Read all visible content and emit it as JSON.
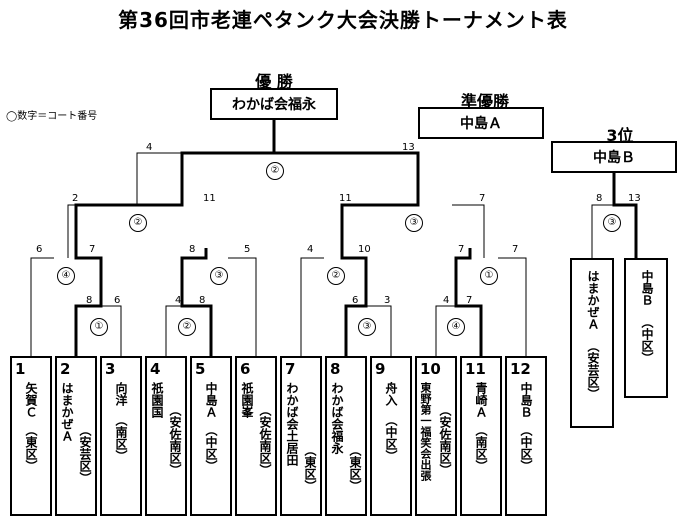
{
  "title": "第36回市老連ペタンク大会決勝トーナメント表",
  "legend": "◯数字＝コート番号",
  "podium": {
    "first_label": "優 勝",
    "first_team": "わかば会福永",
    "second_label": "準優勝",
    "second_team": "中島Ａ",
    "third_label": "3位",
    "third_team": "中島Ｂ"
  },
  "teams": [
    {
      "num": "1",
      "name": "矢賀Ｃ",
      "dist": "（東区）"
    },
    {
      "num": "2",
      "name": "はまかぜＡ",
      "dist": "（安芸区）"
    },
    {
      "num": "3",
      "name": "向洋",
      "dist": "（南区）"
    },
    {
      "num": "4",
      "name": "祇園国",
      "dist": "（安佐南区）"
    },
    {
      "num": "5",
      "name": "中島Ａ",
      "dist": "（中区）"
    },
    {
      "num": "6",
      "name": "祇園峯",
      "dist": "（安佐南区）"
    },
    {
      "num": "7",
      "name": "わかば会土居田",
      "dist": "（東区）"
    },
    {
      "num": "8",
      "name": "わかば会福永",
      "dist": "（東区）"
    },
    {
      "num": "9",
      "name": "舟入",
      "dist": "（中区）"
    },
    {
      "num": "10",
      "name": "東野第一福笑会出張",
      "dist": "（安佐南区）"
    },
    {
      "num": "11",
      "name": "青崎Ａ",
      "dist": "（南区）"
    },
    {
      "num": "12",
      "name": "中島Ｂ",
      "dist": "（中区）"
    }
  ],
  "third_place_teams": [
    {
      "name": "はまかぜＡ",
      "dist": "（安芸区）"
    },
    {
      "name": "中島Ｂ",
      "dist": "（中区）"
    }
  ],
  "scores": {
    "r1_2v3": [
      "8",
      "6"
    ],
    "r1_5v6": [
      "4",
      "8"
    ],
    "r1_8v9": [
      "6",
      "3"
    ],
    "r1_10v11": [
      "4",
      "7"
    ],
    "qf_1": [
      "6",
      "7"
    ],
    "qf_2": [
      "8",
      "5"
    ],
    "qf_3": [
      "4",
      "10"
    ],
    "qf_4": [
      "7",
      "7"
    ],
    "sf_1": [
      "2",
      "11"
    ],
    "sf_2": [
      "11",
      "7"
    ],
    "final": [
      "4",
      "13"
    ],
    "third": [
      "8",
      "13"
    ]
  },
  "courts": {
    "r1_2v3": "①",
    "r1_5v6": "②",
    "r1_8v9": "③",
    "r1_10v11": "④",
    "qf_1": "④",
    "qf_2": "③",
    "qf_3": "②",
    "qf_4": "①",
    "sf_1": "②",
    "sf_2": "③",
    "final": "②",
    "third": "③"
  }
}
